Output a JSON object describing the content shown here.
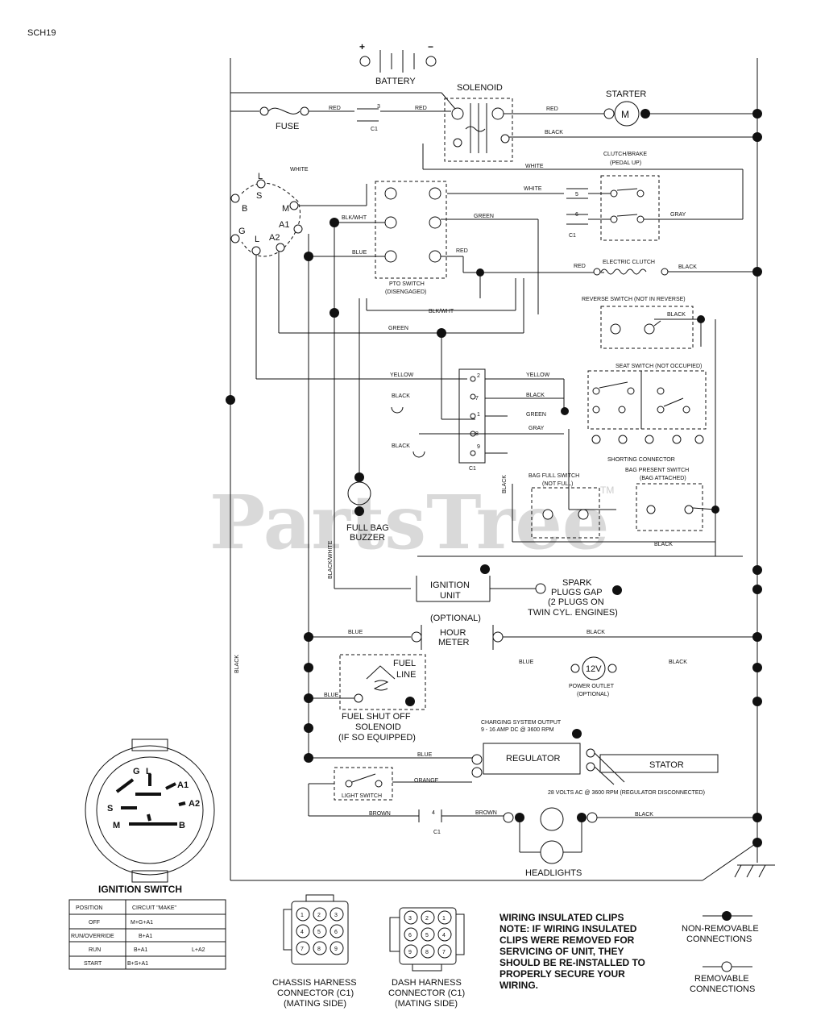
{
  "doc": {
    "code": "SCH19"
  },
  "watermark": {
    "text": "PartsTree",
    "tm": "TM"
  },
  "components": {
    "battery": "BATTERY",
    "solenoid": "SOLENOID",
    "starter": "STARTER",
    "starter_m": "M",
    "fuse": "FUSE",
    "clutch_brake": [
      "CLUTCH/BRAKE",
      "(PEDAL UP)"
    ],
    "pto_switch": [
      "PTO SWITCH",
      "(DISENGAGED)"
    ],
    "electric_clutch": "ELECTRIC CLUTCH",
    "reverse_switch": "REVERSE SWITCH (NOT IN REVERSE)",
    "seat_switch": "SEAT SWITCH (NOT OCCUPIED)",
    "shorting_connector": "SHORTING CONNECTOR",
    "bag_full_switch": [
      "BAG FULL SWITCH",
      "(NOT FULL)"
    ],
    "bag_present_switch": [
      "BAG PRESENT SWITCH",
      "(BAG ATTACHED)"
    ],
    "full_bag_buzzer": [
      "FULL BAG",
      "BUZZER"
    ],
    "ignition_unit": [
      "IGNITION",
      "UNIT"
    ],
    "spark_plugs": [
      "SPARK",
      "PLUGS GAP",
      "(2 PLUGS ON",
      "TWIN CYL. ENGINES)"
    ],
    "hour_meter": [
      "(OPTIONAL)",
      "HOUR",
      "METER"
    ],
    "fuel_line": [
      "FUEL",
      "LINE"
    ],
    "fuel_shutoff": [
      "FUEL SHUT OFF",
      "SOLENOID",
      "(IF SO EQUIPPED)"
    ],
    "power_outlet": [
      "POWER OUTLET",
      "(OPTIONAL)"
    ],
    "power_outlet_v": "12V",
    "charging_output": [
      "CHARGING SYSTEM OUTPUT",
      "9 - 16 AMP DC @ 3600 RPM"
    ],
    "regulator": "REGULATOR",
    "stator": "STATOR",
    "stator_note": "28 VOLTS AC @ 3600 RPM (REGULATOR DISCONNECTED)",
    "light_switch": "LIGHT SWITCH",
    "headlights": "HEADLIGHTS"
  },
  "wire_labels": {
    "red": "RED",
    "black": "BLACK",
    "white": "WHITE",
    "gray": "GRAY",
    "blue": "BLUE",
    "green": "GREEN",
    "yellow": "YELLOW",
    "orange": "ORANGE",
    "brown": "BROWN",
    "black_white": "BLK/WHT",
    "black_white_v": "BLACK/WHITE"
  },
  "connector_pins": {
    "c1": "C1",
    "p2": "2",
    "p3": "3",
    "p1": "1",
    "p7": "7",
    "p4": "4",
    "p5": "5",
    "p6": "6",
    "p8": "8",
    "p9": "9"
  },
  "ignition_terminals": {
    "b": "B",
    "l": "L",
    "s": "S",
    "m": "M",
    "g": "G",
    "a1": "A1",
    "a2": "A2"
  },
  "ignition_switch": {
    "title": "IGNITION SWITCH",
    "headers": [
      "POSITION",
      "CIRCUIT \"MAKE\""
    ],
    "rows": [
      [
        "OFF",
        "M+G+A1",
        ""
      ],
      [
        "RUN/OVERRIDE",
        "B+A1",
        ""
      ],
      [
        "RUN",
        "B+A1",
        "L+A2"
      ],
      [
        "START",
        "B+S+A1",
        ""
      ]
    ]
  },
  "harness": {
    "chassis": [
      "CHASSIS HARNESS",
      "CONNECTOR (C1)",
      "(MATING SIDE)"
    ],
    "dash": [
      "DASH HARNESS",
      "CONNECTOR (C1)",
      "(MATING SIDE)"
    ],
    "chassis_pins": [
      "1",
      "2",
      "3",
      "4",
      "5",
      "6",
      "7",
      "8",
      "9"
    ],
    "dash_pins": [
      "3",
      "2",
      "1",
      "6",
      "5",
      "4",
      "9",
      "8",
      "7"
    ]
  },
  "note": [
    "WIRING INSULATED CLIPS",
    "NOTE: IF WIRING INSULATED",
    "CLIPS WERE REMOVED FOR",
    "SERVICING OF UNIT, THEY",
    "SHOULD BE RE-INSTALLED TO",
    "PROPERLY SECURE YOUR",
    "WIRING."
  ],
  "legend": {
    "non_removable": [
      "NON-REMOVABLE",
      "CONNECTIONS"
    ],
    "removable": [
      "REMOVABLE",
      "CONNECTIONS"
    ]
  }
}
